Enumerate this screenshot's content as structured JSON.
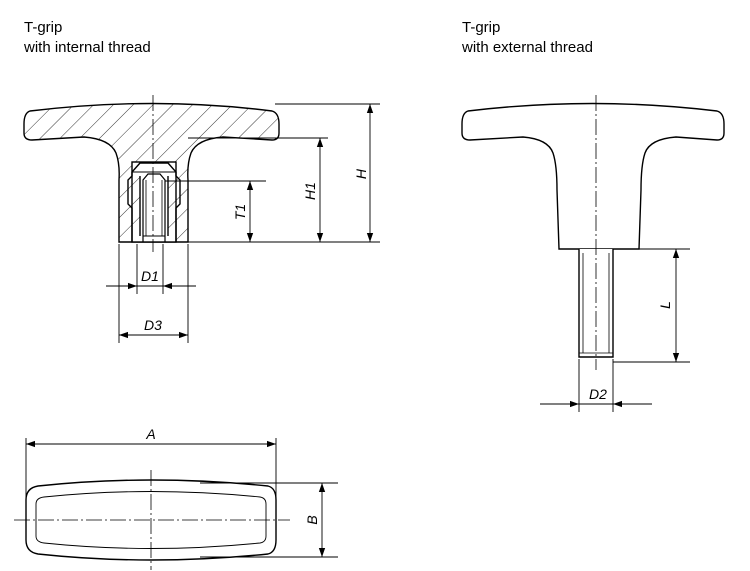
{
  "views": {
    "internal": {
      "title_line1": "T-grip",
      "title_line2": "with internal thread"
    },
    "external": {
      "title_line1": "T-grip",
      "title_line2": "with external thread"
    }
  },
  "dimensions": {
    "H": "H",
    "H1": "H1",
    "T1": "T1",
    "D1": "D1",
    "D3": "D3",
    "L": "L",
    "D2": "D2",
    "A": "A",
    "B": "B"
  }
}
